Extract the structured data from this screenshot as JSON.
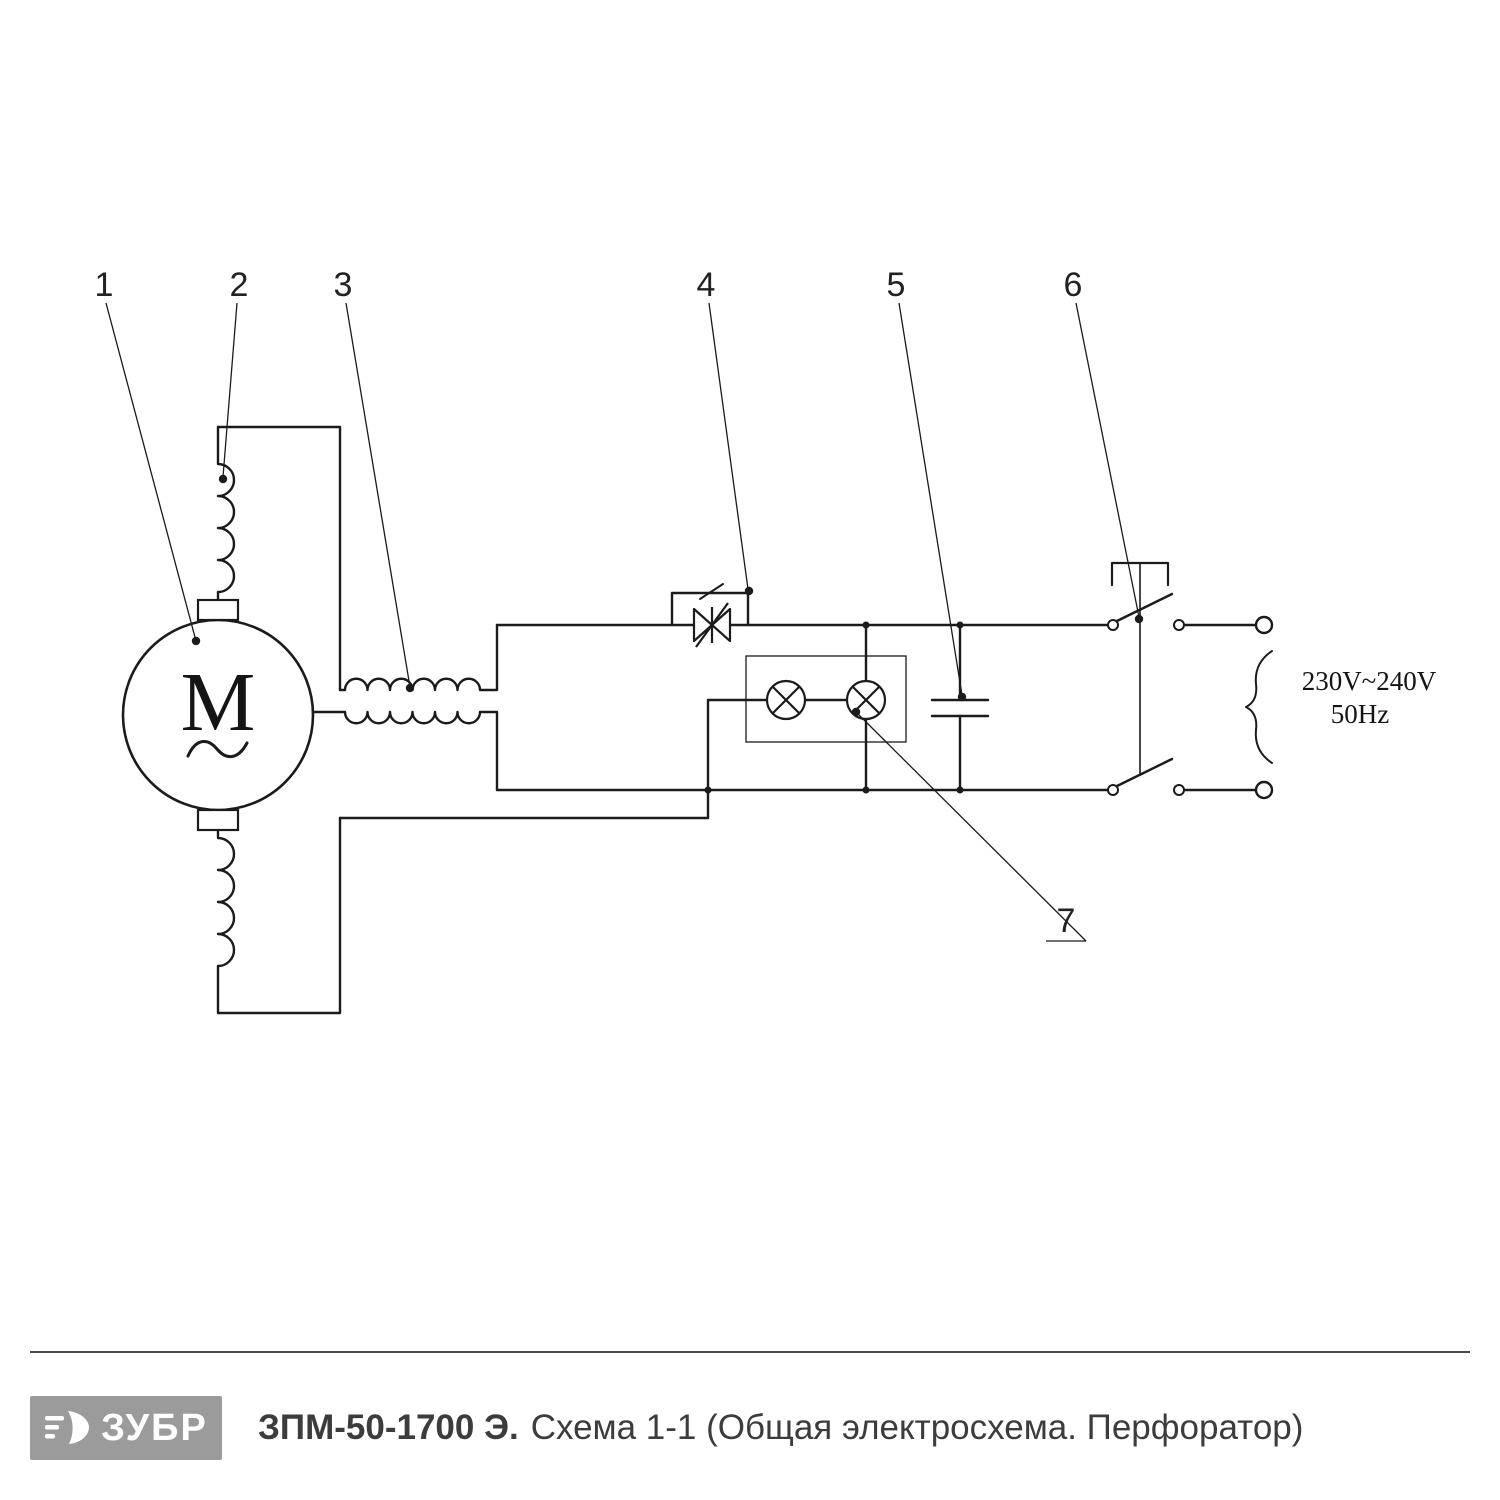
{
  "schematic": {
    "callouts": [
      "1",
      "2",
      "3",
      "4",
      "5",
      "6",
      "7"
    ],
    "motor_label": "M",
    "supply": {
      "voltage": "230V~240V",
      "frequency": "50Hz"
    },
    "colors": {
      "line": "#1b1b1b",
      "logo_background": "#9b9b9b",
      "title_text": "#3c3c3c"
    }
  },
  "footer": {
    "logo_text": "ЗУБР",
    "logo_icon": "zubr-bison-icon",
    "model": "ЗПМ-50-1700 Э.",
    "description": "Схема 1-1 (Общая электросхема. Перфоратор)"
  }
}
